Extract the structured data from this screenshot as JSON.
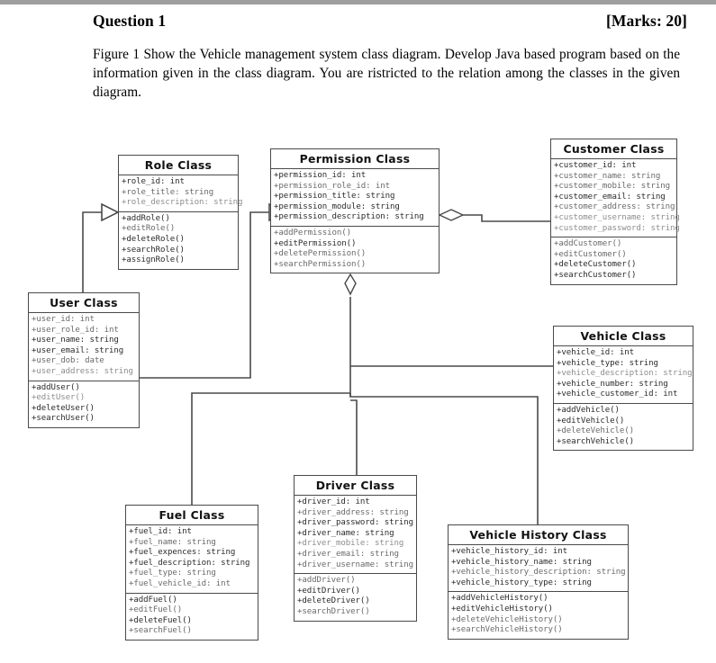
{
  "page": {
    "question_title": "Question 1",
    "marks": "[Marks: 20]",
    "paragraph": "Figure 1 Show the Vehicle  management system class diagram. Develop Java based program based on the information given in the class diagram. You are ristricted to the relation among the classes in the given diagram."
  },
  "diagram": {
    "type": "uml-class-diagram",
    "stroke_color": "#4a4a4a",
    "classes": [
      {
        "id": "role",
        "name": "Role Class",
        "attributes": [
          "+role_id: int",
          "+role_title: string",
          "+role_description: string"
        ],
        "methods": [
          "+addRole()",
          "+editRole()",
          "+deleteRole()",
          "+searchRole()",
          "+assignRole()"
        ]
      },
      {
        "id": "permission",
        "name": "Permission Class",
        "attributes": [
          "+permission_id: int",
          "+permission_role_id: int",
          "+permission_title: string",
          "+permission_module: string",
          "+permission_description: string"
        ],
        "methods": [
          "+addPermission()",
          "+editPermission()",
          "+deletePermission()",
          "+searchPermission()"
        ]
      },
      {
        "id": "customer",
        "name": "Customer Class",
        "attributes": [
          "+customer_id: int",
          "+customer_name: string",
          "+customer_mobile: string",
          "+customer_email: string",
          "+customer_address: string",
          "+customer_username: string",
          "+customer_password: string"
        ],
        "methods": [
          "+addCustomer()",
          "+editCustomer()",
          "+deleteCustomer()",
          "+searchCustomer()"
        ]
      },
      {
        "id": "user",
        "name": "User Class",
        "attributes": [
          "+user_id: int",
          "+user_role_id: int",
          "+user_name: string",
          "+user_email: string",
          "+user_dob: date",
          "+user_address: string"
        ],
        "methods": [
          "+addUser()",
          "+editUser()",
          "+deleteUser()",
          "+searchUser()"
        ]
      },
      {
        "id": "vehicle",
        "name": "Vehicle Class",
        "attributes": [
          "+vehicle_id: int",
          "+vehicle_type: string",
          "+vehicle_description: string",
          "+vehicle_number: string",
          "+vehicle_customer_id: int"
        ],
        "methods": [
          "+addVehicle()",
          "+editVehicle()",
          "+deleteVehicle()",
          "+searchVehicle()"
        ]
      },
      {
        "id": "driver",
        "name": "Driver Class",
        "attributes": [
          "+driver_id: int",
          "+driver_address: string",
          "+driver_password: string",
          "+driver_name: string",
          "+driver_mobile: string",
          "+driver_email: string",
          "+driver_username: string"
        ],
        "methods": [
          "+addDriver()",
          "+editDriver()",
          "+deleteDriver()",
          "+searchDriver()"
        ]
      },
      {
        "id": "fuel",
        "name": "Fuel Class",
        "attributes": [
          "+fuel_id: int",
          "+fuel_name: string",
          "+fuel_expences: string",
          "+fuel_description: string",
          "+fuel_type: string",
          "+fuel_vehicle_id: int"
        ],
        "methods": [
          "+addFuel()",
          "+editFuel()",
          "+deleteFuel()",
          "+searchFuel()"
        ]
      },
      {
        "id": "vehicle_history",
        "name": "Vehicle History Class",
        "attributes": [
          "+vehicle_history_id: int",
          "+vehicle_history_name: string",
          "+vehicle_history_description: string",
          "+vehicle_history_type: string"
        ],
        "methods": [
          "+addVehicleHistory()",
          "+editVehicleHistory()",
          "+deleteVehicleHistory()",
          "+searchVehicleHistory()"
        ]
      }
    ],
    "relationships": [
      {
        "from": "user",
        "to": "role",
        "marker": "hollow-triangle"
      },
      {
        "from": "user",
        "to": "permission",
        "marker": "hollow-triangle"
      },
      {
        "from": "permission",
        "to": "customer",
        "marker": "hollow-diamond"
      },
      {
        "from": "permission",
        "to": "vehicle",
        "marker": "hollow-diamond"
      },
      {
        "from": "permission",
        "to": "driver",
        "marker": "hollow-diamond"
      },
      {
        "from": "permission",
        "to": "fuel",
        "marker": "hollow-diamond"
      },
      {
        "from": "permission",
        "to": "vehicle_history",
        "marker": "hollow-diamond"
      }
    ]
  }
}
